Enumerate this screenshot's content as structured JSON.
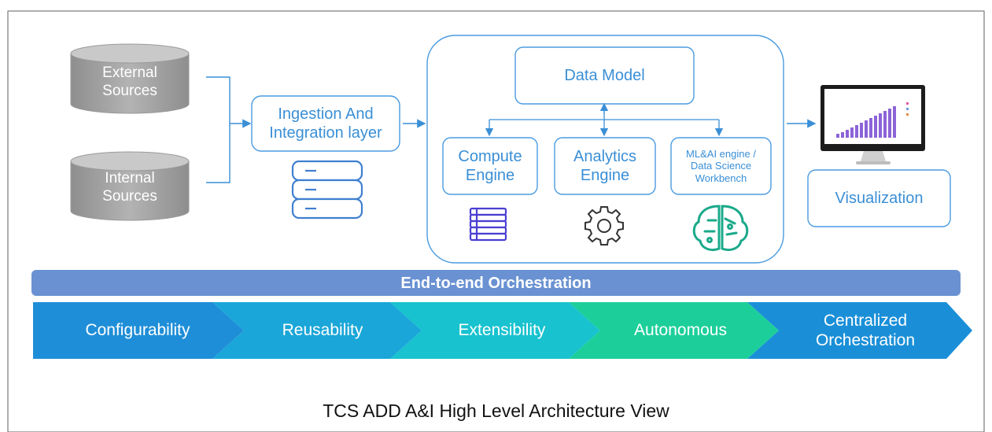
{
  "sources": {
    "external": "External\nSources",
    "internal": "Internal\nSources"
  },
  "ingestion": "Ingestion And\nIntegration layer",
  "core": {
    "data_model": "Data Model",
    "compute": "Compute\nEngine",
    "analytics": "Analytics\nEngine",
    "ml": "ML&AI engine /\nData Science\nWorkbench"
  },
  "visualization": "Visualization",
  "orchestration_bar": "End-to-end Orchestration",
  "pillars": [
    {
      "label": "Configurability",
      "color": "#1f8ed8"
    },
    {
      "label": "Reusability",
      "color": "#1aa6d8"
    },
    {
      "label": "Extensibility",
      "color": "#18c2cf"
    },
    {
      "label": "Autonomous",
      "color": "#1ccf9a"
    },
    {
      "label": "Centralized\nOrchestration",
      "color": "#1a8fd8"
    }
  ],
  "caption": "TCS ADD A&I High Level Architecture View",
  "colors": {
    "accent_blue": "#3a8fd6",
    "box_border": "#4a9be0",
    "cylinder_grey": "#a9a9a9",
    "orchestration_bar": "#6a92d2",
    "indigo_icon": "#4b3fd1",
    "teal_icon": "#1aa98a"
  }
}
